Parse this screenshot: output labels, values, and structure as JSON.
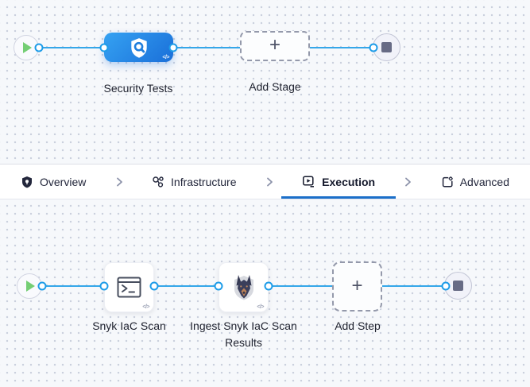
{
  "colors": {
    "edge_blue": "#35a7e9",
    "port_ring_blue": "#1d9ce8",
    "stage_gradient_start": "#35a2f2",
    "stage_gradient_end": "#1a6fd9",
    "active_tab_underline": "#1b6fc9",
    "play_green": "#74ce74",
    "canvas_background": "#f6f8fb"
  },
  "stage_pipeline": {
    "stage": {
      "label": "Security Tests",
      "code_icon": "</>"
    },
    "add_stage": {
      "label": "Add Stage",
      "plus": "+"
    }
  },
  "tab_bar": {
    "tabs": [
      {
        "label": "Overview",
        "icon": "shield-icon",
        "active": false
      },
      {
        "label": "Infrastructure",
        "icon": "infrastructure-nodes-icon",
        "active": false
      },
      {
        "label": "Execution",
        "icon": "play-square-icon",
        "active": true
      },
      {
        "label": "Advanced",
        "icon": "document-gear-icon",
        "active": false
      }
    ]
  },
  "execution_pipeline": {
    "steps": [
      {
        "label": "Snyk IaC Scan",
        "icon": "terminal-icon",
        "code_icon": "</>"
      },
      {
        "label": "Ingest Snyk IaC Scan Results",
        "icon": "snyk-dog-icon",
        "code_icon": "</>"
      }
    ],
    "add_step": {
      "label": "Add Step",
      "plus": "+"
    }
  }
}
